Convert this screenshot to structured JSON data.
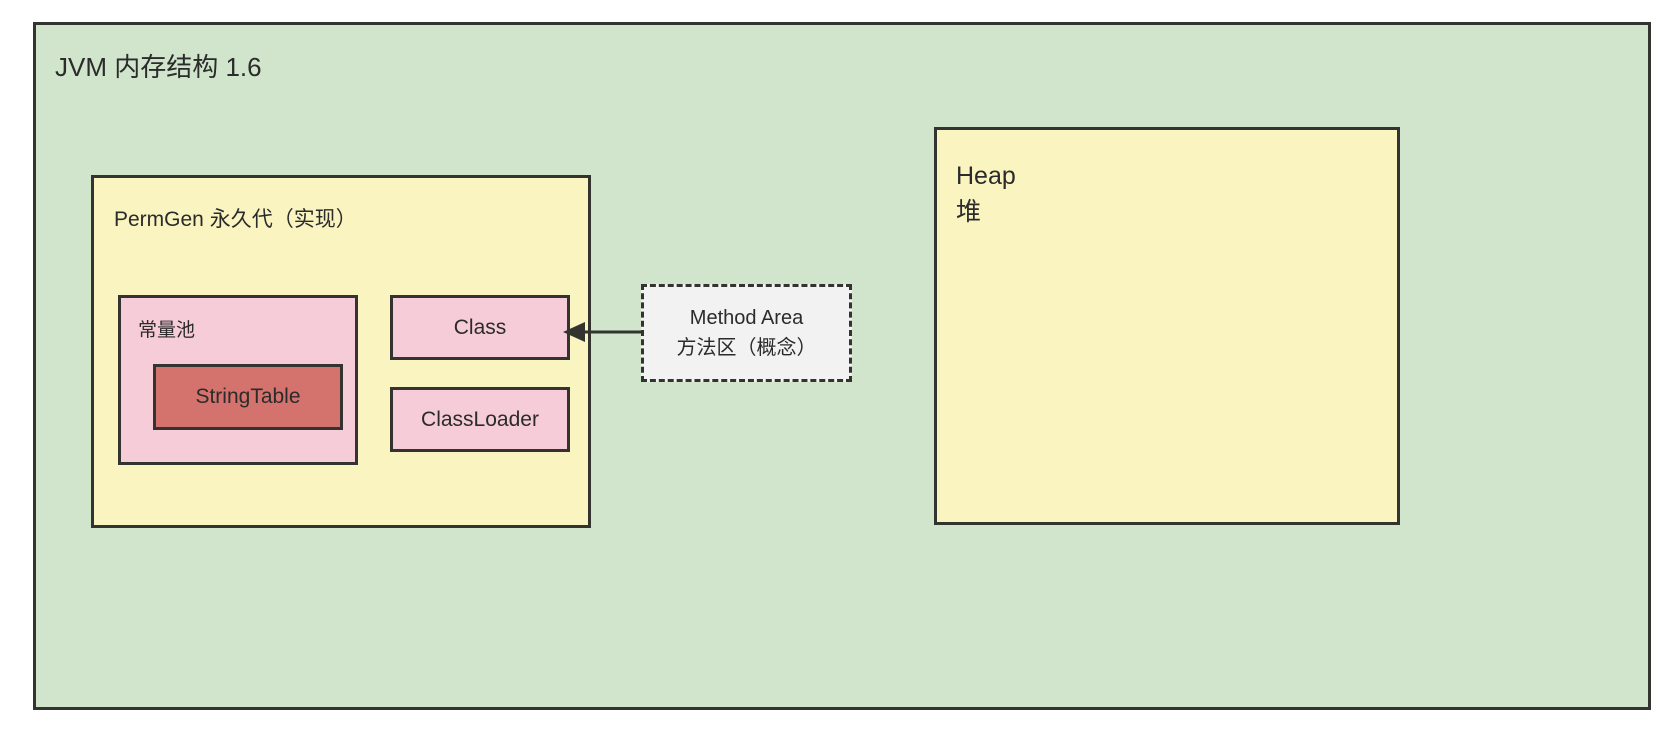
{
  "diagram": {
    "title": "JVM 内存结构 1.6",
    "colors": {
      "outer_background": "#d1e5cd",
      "border": "#33332f",
      "yellow_fill": "#faf4c0",
      "pink_fill": "#f6ccd8",
      "red_fill": "#d4726d",
      "grey_fill": "#f2f2f2",
      "text": "#2b2b2b"
    },
    "permgen": {
      "title": "PermGen 永久代（实现）",
      "constant_pool": {
        "title": "常量池",
        "string_table": "StringTable"
      },
      "class_box": "Class",
      "classloader_box": "ClassLoader"
    },
    "method_area": {
      "line1": "Method Area",
      "line2": "方法区（概念）",
      "style": "dashed"
    },
    "heap": {
      "line1": "Heap",
      "line2": "堆"
    },
    "arrow": {
      "from": "method-area",
      "to": "permgen",
      "direction": "left"
    }
  }
}
